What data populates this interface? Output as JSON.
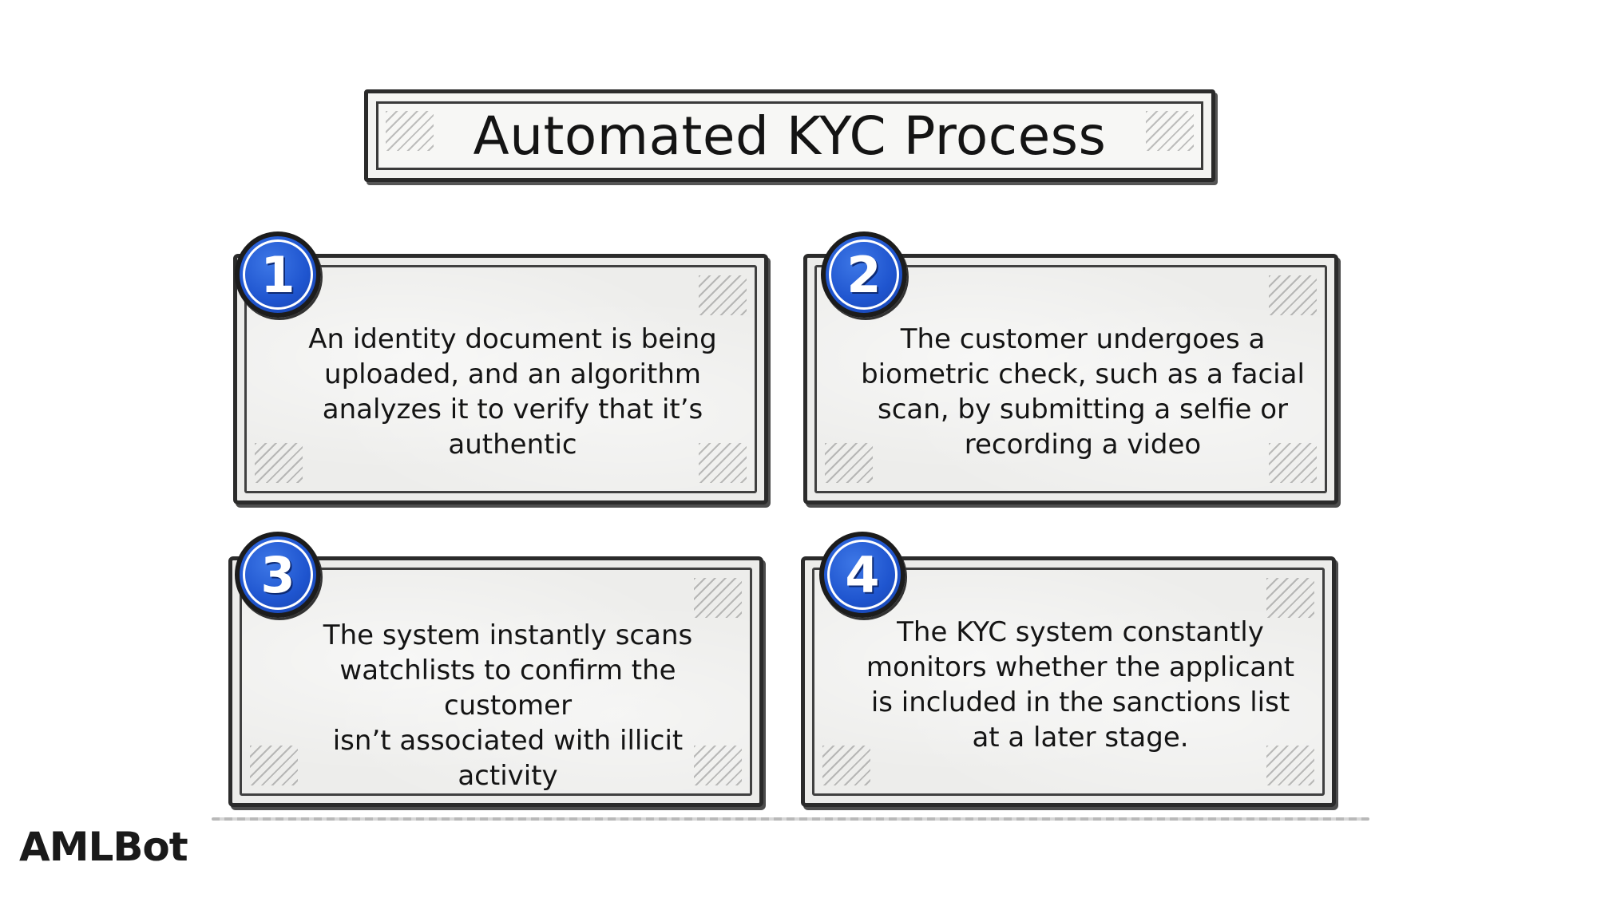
{
  "title": "Automated KYC Process",
  "steps": [
    {
      "number": "1",
      "text": "An identity document is being\nuploaded, and an algorithm\nanalyzes it to verify that it’s\nauthentic"
    },
    {
      "number": "2",
      "text": "The customer undergoes a\nbiometric check, such as a facial\nscan, by submitting a selfie or\nrecording a video"
    },
    {
      "number": "3",
      "text": "The system instantly scans\nwatchlists to confirm the customer\nisn’t associated with illicit activity"
    },
    {
      "number": "4",
      "text": "The KYC system constantly\nmonitors whether the applicant\nis included in the sanctions list\nat a later stage."
    }
  ],
  "logo": "AMLBot",
  "colors": {
    "badge_blue": "#1f55cf",
    "card_fill": "#ececea",
    "outline": "#2b2b2b"
  }
}
